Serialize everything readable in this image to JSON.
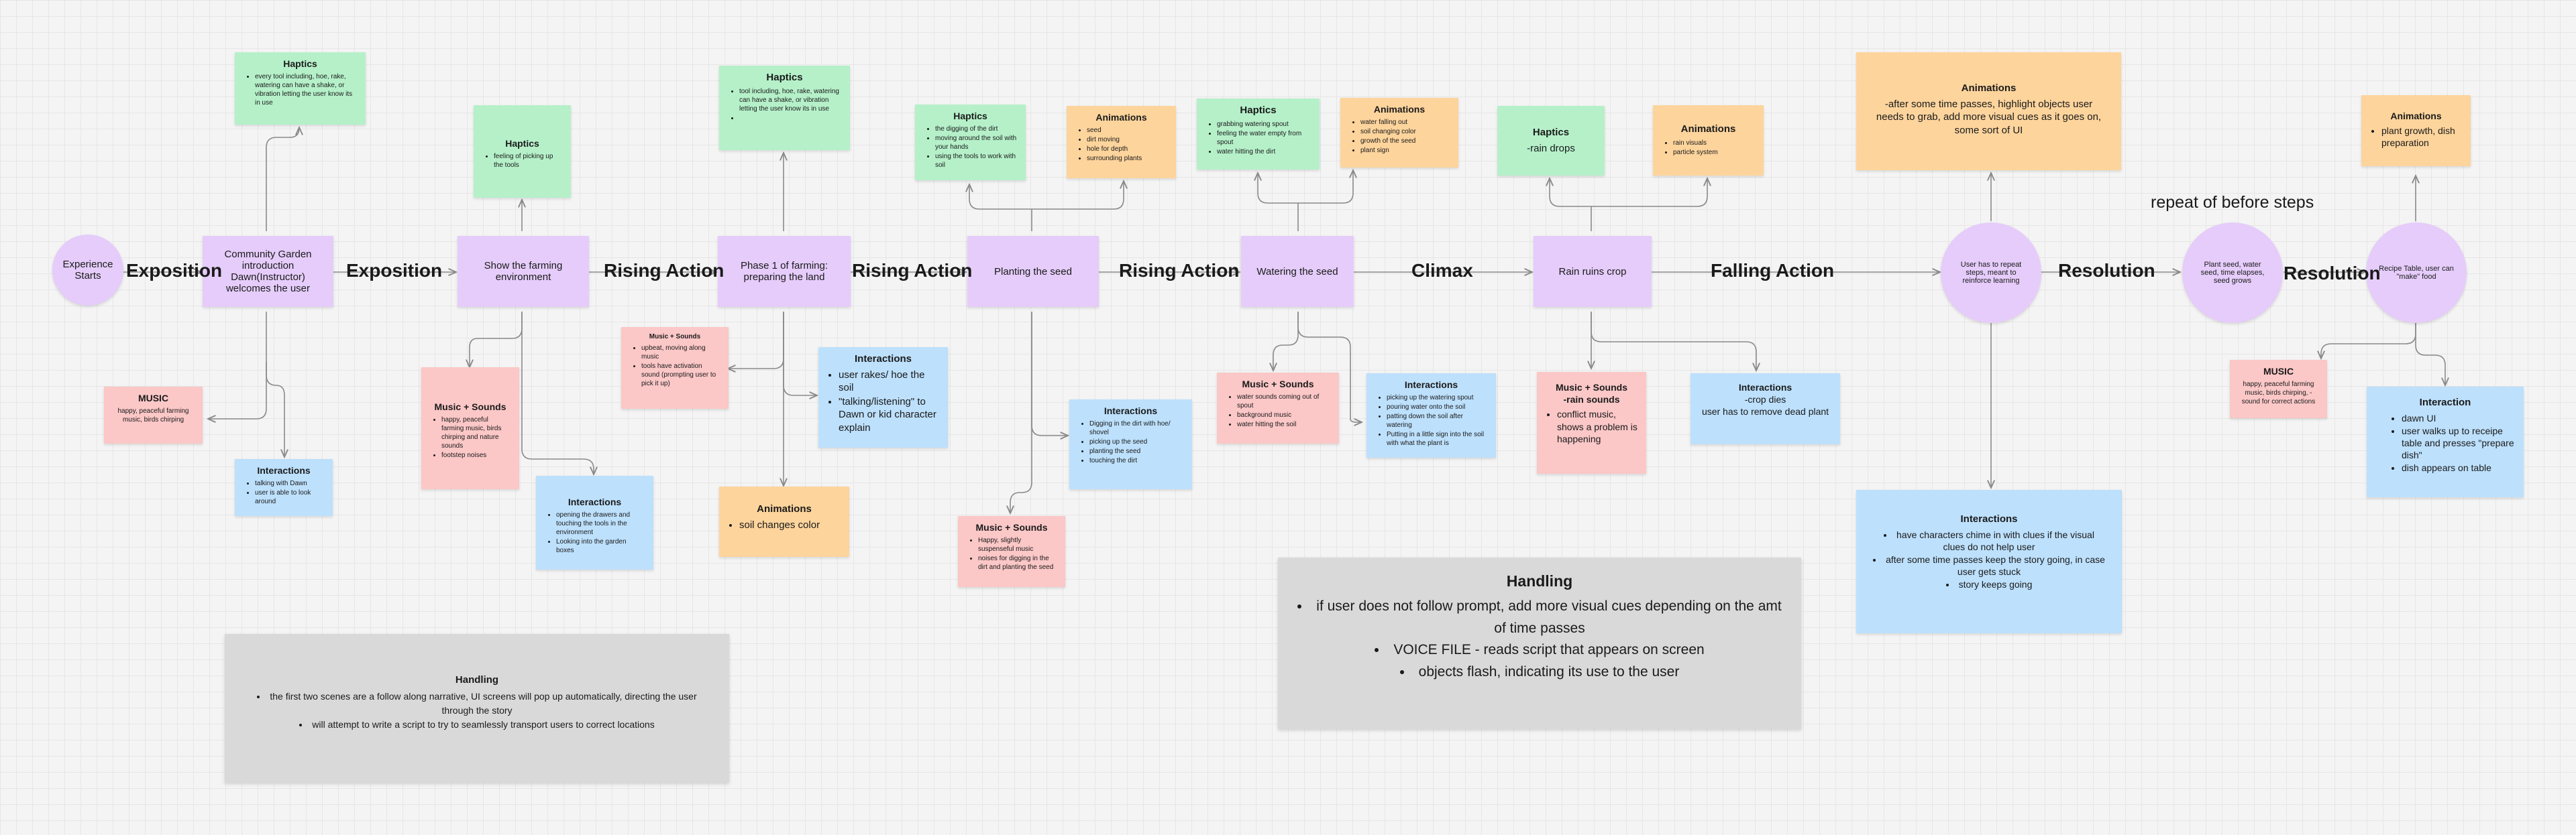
{
  "colors": {
    "stage": "#e5ccfa",
    "haptics": "#b5f0c9",
    "animations": "#fdd49c",
    "music": "#fbc7c7",
    "interactions": "#bde0fc",
    "handling": "#d9d9d9",
    "connector": "#8a8a8a"
  },
  "stages": {
    "start": "Experience Starts",
    "community": "Community Garden introduction Dawn(Instructor) welcomes the user",
    "farming_env": "Show the farming environment",
    "phase1": "Phase 1 of farming: preparing the land",
    "planting": "Planting the seed",
    "watering": "Watering the seed",
    "rain": "Rain ruins crop",
    "repeat": "User has to repeat steps, meant to reinforce learning",
    "plant_seed": "Plant seed, water seed, time elapses, seed grows",
    "recipe": "Recipe Table, user can \"make\" food"
  },
  "arc_labels": {
    "exposition_1": "Exposition",
    "exposition_2": "Exposition",
    "rising_1": "Rising Action",
    "rising_2": "Rising Action",
    "rising_3": "Rising Action",
    "climax": "Climax",
    "falling": "Falling Action",
    "resolution_1": "Resolution",
    "resolution_2": "Resolution",
    "repeat_note": "repeat of before steps"
  },
  "notes": {
    "haptics_1": {
      "title": "Haptics",
      "items": [
        "every tool including, hoe, rake, watering can have a shake, or vibration letting the user know its in use"
      ]
    },
    "haptics_2": {
      "title": "Haptics",
      "items": [
        "feeling of picking up the tools"
      ]
    },
    "haptics_3": {
      "title": "Haptics",
      "items": [
        "tool including, hoe, rake, watering can have a shake, or vibration letting the user know its in use",
        ""
      ]
    },
    "haptics_4": {
      "title": "Haptics",
      "items": [
        "the digging of the dirt",
        "moving around the soil with your hands",
        "using the tools to work with soil"
      ]
    },
    "haptics_5": {
      "title": "Haptics",
      "items": [
        "grabbing watering spout",
        "feeling the water empty from spout",
        "water hitting the dirt"
      ]
    },
    "haptics_6": {
      "title": "Haptics",
      "text": "-rain drops"
    },
    "anim_1": {
      "title": "Animations",
      "items": [
        "seed",
        "dirt moving",
        "hole for depth",
        "surrounding plants"
      ]
    },
    "anim_2": {
      "title": "Animations",
      "items": [
        "water falling out",
        "soil changing color",
        "growth of the seed",
        "plant sign"
      ]
    },
    "anim_3": {
      "title": "Animations",
      "items": [
        "rain visuals",
        "particle system"
      ]
    },
    "anim_4": {
      "title": "Animations",
      "text": "-after some time passes, highlight objects user needs to grab, add more visual cues as it goes on, some sort of UI"
    },
    "anim_5": {
      "title": "Animations",
      "items": [
        "plant growth, dish preparation"
      ]
    },
    "anim_6": {
      "title": "Animations",
      "items": [
        "soil changes color"
      ]
    },
    "music_1": {
      "title": "MUSIC",
      "text": "happy, peaceful farming music, birds chirping"
    },
    "music_2": {
      "title": "Music + Sounds",
      "items": [
        "happy, peaceful farming music, birds chirping and nature sounds",
        "footstep noises"
      ]
    },
    "music_3": {
      "title": "Music + Sounds",
      "items": [
        "upbeat, moving along music",
        "tools have activation sound (prompting user to pick it up)"
      ]
    },
    "music_4": {
      "title": "Music + Sounds",
      "items": [
        "Happy, slightly suspenseful music",
        "noises for digging in the dirt and planting the seed"
      ]
    },
    "music_5": {
      "title": "Music + Sounds",
      "items": [
        "water sounds coming out of spout",
        "background music",
        "water hitting the soil"
      ]
    },
    "music_6": {
      "title": "Music + Sounds",
      "text": "-rain sounds",
      "items": [
        "conflict music, shows a problem is happening"
      ]
    },
    "music_7": {
      "title": "MUSIC",
      "text": "happy, peaceful farming music, birds chirping, -sound for correct actions"
    },
    "inter_1": {
      "title": "Interactions",
      "items": [
        "talking with Dawn",
        "user is able to look around"
      ]
    },
    "inter_2": {
      "title": "Interactions",
      "items": [
        "opening the drawers and touching the tools in the environment",
        "Looking into the garden boxes"
      ]
    },
    "inter_3": {
      "title": "Interactions",
      "items": [
        "user rakes/ hoe the soil",
        "\"talking/listening\" to Dawn or kid character explain"
      ]
    },
    "inter_4": {
      "title": "Interactions",
      "items": [
        "Digging in the dirt with hoe/ shovel",
        "picking up the seed",
        "planting the seed",
        "touching the dirt"
      ]
    },
    "inter_5": {
      "title": "Interactions",
      "items": [
        "picking up the watering spout",
        "pouring water onto the soil",
        "patting down the soil after watering",
        "Putting in a little sign into the soil with what the plant is"
      ]
    },
    "inter_6": {
      "title": "Interactions",
      "text": "-crop dies",
      "text2": "user has to remove dead plant"
    },
    "inter_7": {
      "title": "Interactions",
      "items": [
        "have characters chime in with clues if the visual clues do not help user",
        "after some time passes keep the story going, in case user gets stuck",
        "story keeps going"
      ]
    },
    "inter_8": {
      "title": "Interaction",
      "items": [
        "dawn UI",
        "user walks up to receipe table and presses \"prepare dish\"",
        "dish appears on table"
      ]
    }
  },
  "handling_1": {
    "title": "Handling",
    "items": [
      "the first two scenes are a follow along narrative, UI screens will pop up automatically, directing the user through the story",
      "will attempt to write a script to try to seamlessly transport users to correct locations"
    ]
  },
  "handling_2": {
    "title": "Handling",
    "items": [
      "if user does not follow prompt, add more visual cues depending on the amt of time passes",
      "VOICE FILE - reads script that appears on screen",
      "objects flash, indicating its use to the user"
    ]
  }
}
